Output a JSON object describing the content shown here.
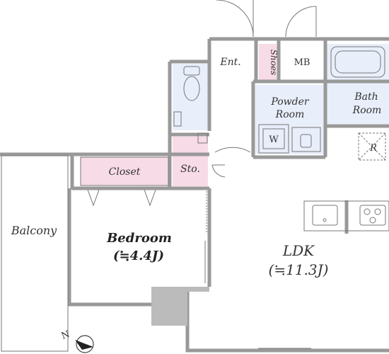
{
  "rooms": {
    "entrance": "Ent.",
    "shoes": "Shoes",
    "mb": "MB",
    "powder_room": {
      "line1": "Powder",
      "line2": "Room"
    },
    "bath_room": {
      "line1": "Bath",
      "line2": "Room"
    },
    "washer": "W",
    "refrigerator": "R",
    "closet": "Closet",
    "storage": "Sto.",
    "balcony": "Balcony",
    "bedroom": {
      "name": "Bedroom",
      "size": "(≒4.4J)"
    },
    "ldk": {
      "name": "LDK",
      "size": "(≒11.3J)"
    }
  },
  "compass": {
    "label": "N"
  },
  "colors": {
    "wall": "#999999",
    "wall_dark": "#888888",
    "shaft": "#bbbbbb",
    "pink_area": "#f7dbe6",
    "wet_area": "#e8eefa",
    "line": "#666666"
  }
}
